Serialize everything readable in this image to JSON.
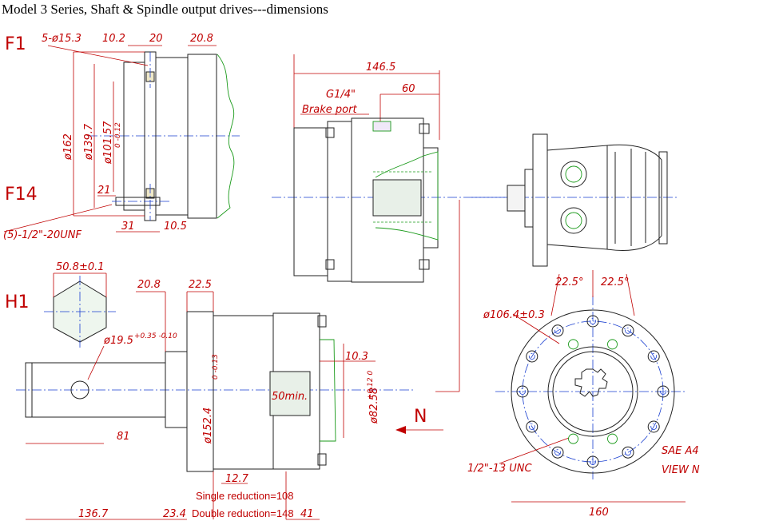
{
  "title": "Model 3 Series, Shaft & Spindle output drives---dimensions",
  "labels": {
    "f1": "F1",
    "f14": "F14",
    "h1": "H1",
    "bolt_holes": "5-ø15.3",
    "d10_2": "10.2",
    "d20": "20",
    "d20_8_top": "20.8",
    "d162": "ø162",
    "d139_7": "ø139.7",
    "d101_57": "ø101.57",
    "d101_tol": "0 -0.12",
    "d21": "21",
    "unf": "(5)-1/2\"-20UNF",
    "d31": "31",
    "d10_5": "10.5",
    "d146_5": "146.5",
    "g14": "G1/4\"",
    "brake_port": "Brake port",
    "d60": "60",
    "hex": "50.8±0.1",
    "d20_8": "20.8",
    "d22_5": "22.5",
    "d19_5": "ø19.5",
    "d19_5_tol": "+0.35 -0.10",
    "d152_4": "ø152.4",
    "d152_4_tol": "0 -0.13",
    "d10_3": "10.3",
    "min50": "50min.",
    "d82_58": "ø82.58",
    "d82_58_tol": "+0.12 0",
    "n": "N",
    "d81": "81",
    "d12_7": "12.7",
    "single": "Single reduction=108",
    "double": "Double reduction=148",
    "d136_7": "136.7",
    "d23_4": "23.4",
    "d41": "41",
    "ang1": "22.5°",
    "ang2": "22.5°",
    "d106_4": "ø106.4±0.3",
    "sae": "SAE A4",
    "view": "VIEW N",
    "unc": "1/2\"-13 UNC",
    "d160": "160"
  },
  "colors": {
    "line": "#222222",
    "dimension": "#c00000",
    "center": "#1a3fd0",
    "hidden": "#1a9a1a"
  }
}
